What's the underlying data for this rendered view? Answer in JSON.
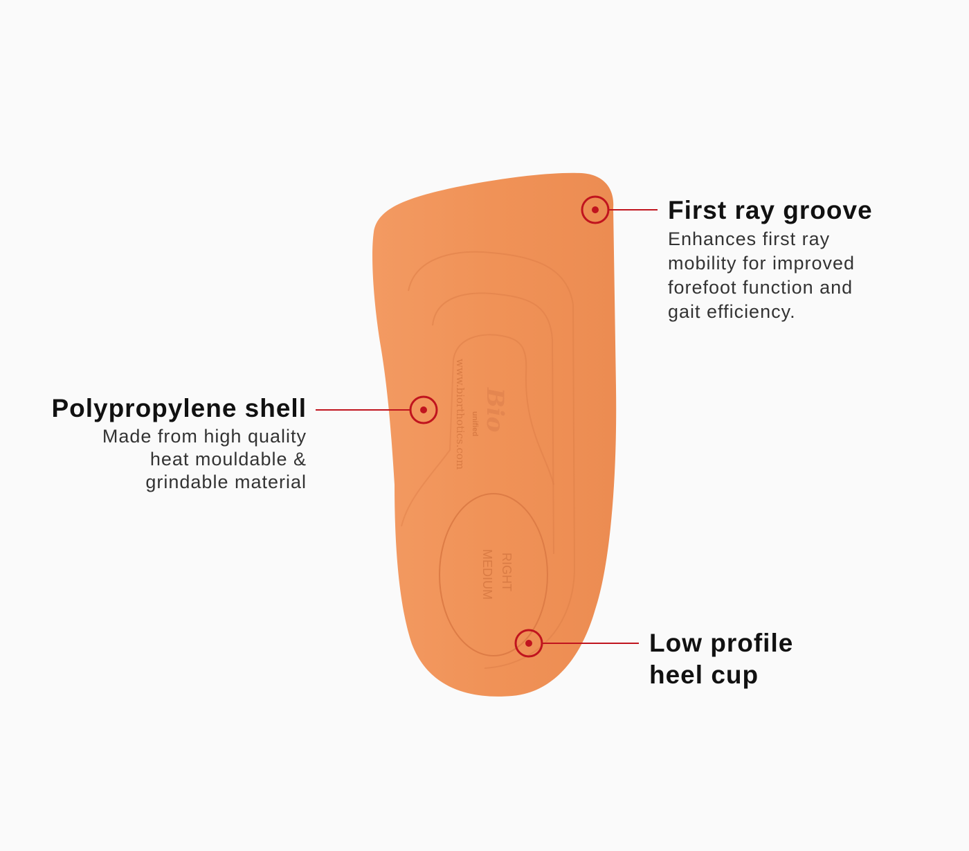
{
  "callouts": {
    "first_ray": {
      "title": "First ray groove",
      "desc": [
        "Enhances first ray",
        "mobility for improved",
        "forefoot function and",
        "gait efficiency."
      ]
    },
    "shell": {
      "title": "Polypropylene shell",
      "desc": [
        "Made from high quality",
        "heat mouldable &",
        "grindable material"
      ]
    },
    "heel": {
      "title": [
        "Low profile",
        "heel cup"
      ]
    }
  },
  "product": {
    "website": "www.biorthotics.com",
    "logo": "Bio",
    "logo_sub": "unified",
    "side": "RIGHT",
    "size": "MEDIUM"
  },
  "colors": {
    "background": "#fafafa",
    "insole": "#f2955a",
    "marker": "#c0141e"
  }
}
